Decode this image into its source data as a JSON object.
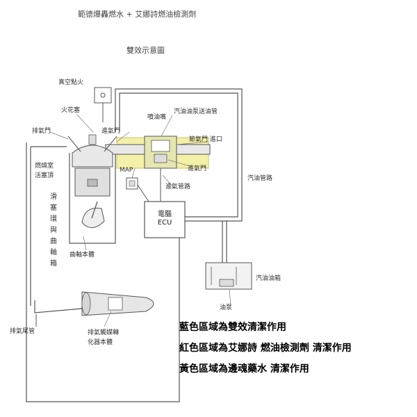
{
  "header": {
    "title": "範德爆轟燃水 + 艾娜詩燃油檢測劑",
    "subtitle": "雙效示意圖"
  },
  "labels": {
    "top_left_box": "真空點火",
    "spark_plug": "火花塞",
    "exhaust_valve": "排氣門",
    "intake_valve": "進氣門",
    "piston_top_1": "燃燒室",
    "piston_top_2": "活塞頂",
    "crank_column": [
      "滑",
      "塞",
      "環",
      "與",
      "曲",
      "軸",
      "箱"
    ],
    "crankcase": "曲軸本體",
    "map": "MAP",
    "injector": "噴油嘴",
    "vacuum_line": "汽油油泵送油管",
    "throttle_inlet": "節氣門 進口",
    "throttle_valve": "進氣門",
    "intake_line": "進氣管路",
    "ecu_label_1": "電腦",
    "ecu_label_2": "ECU",
    "fuel_line": "汽油管路",
    "fuel_tank": "汽油油箱",
    "fuel_pump": "油泵",
    "exhaust_pipe": "排氣尾管",
    "catalytic_1": "排氣觸媒轉",
    "catalytic_2": "化器本體"
  },
  "legend": {
    "blue": "藍色區域為雙效清潔作用",
    "red": "紅色區域為艾娜詩 燃油檢測劑 清潔作用",
    "yellow": "黃色區域為邊魂藥水 清潔作用"
  },
  "colors": {
    "yellow_zone": "#f3f0a8",
    "line": "#555555",
    "pipe_fill": "#e8e8e8"
  }
}
